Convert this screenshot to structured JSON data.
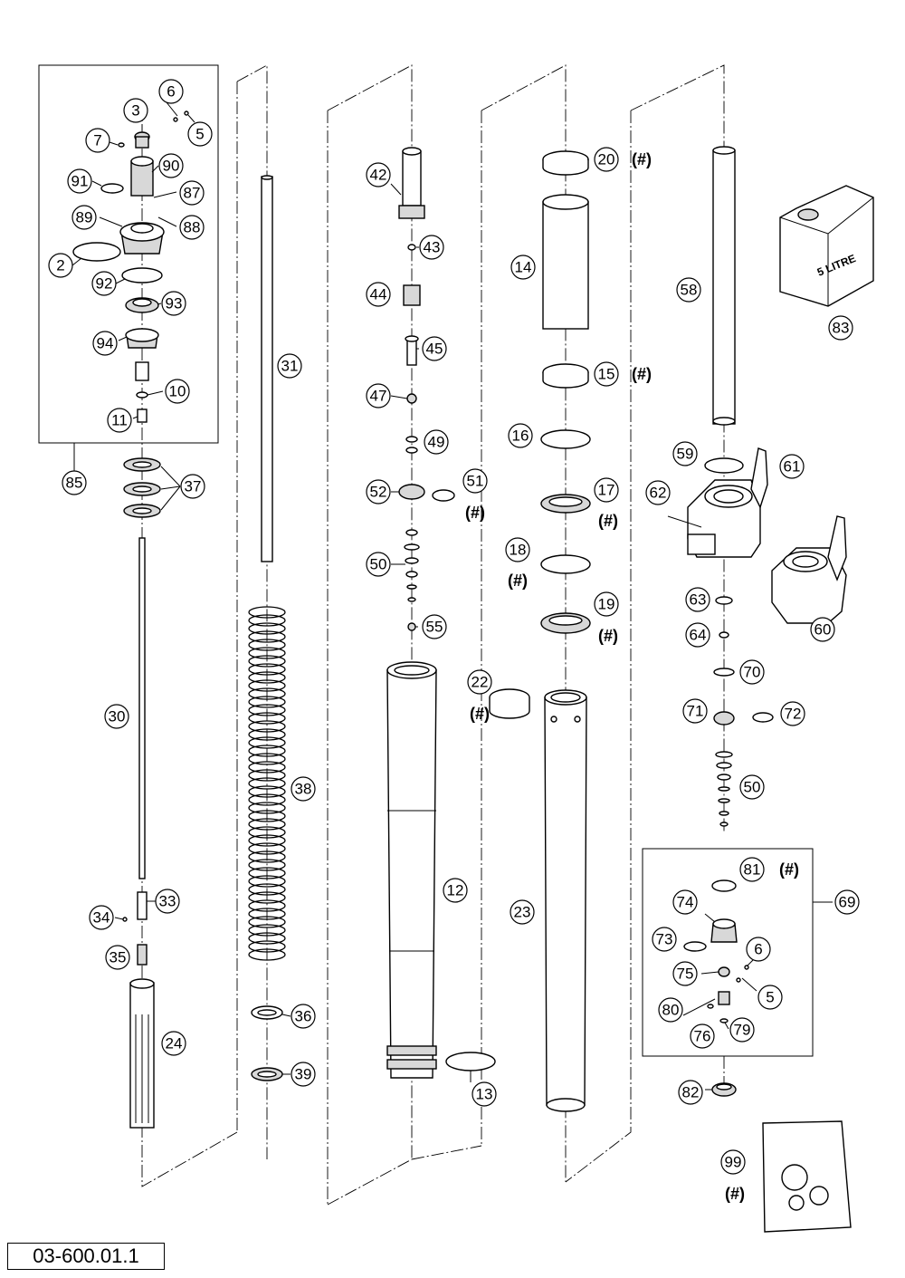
{
  "document_number": "03-600.01.1",
  "hash_mark": "(#)",
  "oil_can_label": "5 LITRE",
  "callouts": {
    "p6a": "6",
    "p3": "3",
    "p5a": "5",
    "p7": "7",
    "p90": "90",
    "p91": "91",
    "p87": "87",
    "p89": "89",
    "p88": "88",
    "p2": "2",
    "p92": "92",
    "p93": "93",
    "p94": "94",
    "p10": "10",
    "p11": "11",
    "p85": "85",
    "p37": "37",
    "p30": "30",
    "p33": "33",
    "p34": "34",
    "p35": "35",
    "p24": "24",
    "p31": "31",
    "p38": "38",
    "p36": "36",
    "p39": "39",
    "p42": "42",
    "p43": "43",
    "p44": "44",
    "p45": "45",
    "p47": "47",
    "p49": "49",
    "p51": "51",
    "p52": "52",
    "p50a": "50",
    "p55": "55",
    "p12": "12",
    "p13": "13",
    "p22": "22",
    "p20": "20",
    "p14": "14",
    "p15": "15",
    "p16": "16",
    "p17": "17",
    "p18": "18",
    "p19": "19",
    "p23": "23",
    "p58": "58",
    "p83": "83",
    "p59": "59",
    "p61": "61",
    "p62": "62",
    "p60": "60",
    "p63": "63",
    "p64": "64",
    "p70": "70",
    "p71": "71",
    "p72": "72",
    "p50b": "50",
    "p81": "81",
    "p69": "69",
    "p74": "74",
    "p73": "73",
    "p6b": "6",
    "p75": "75",
    "p5b": "5",
    "p80": "80",
    "p76": "76",
    "p79": "79",
    "p82": "82",
    "p99": "99"
  }
}
